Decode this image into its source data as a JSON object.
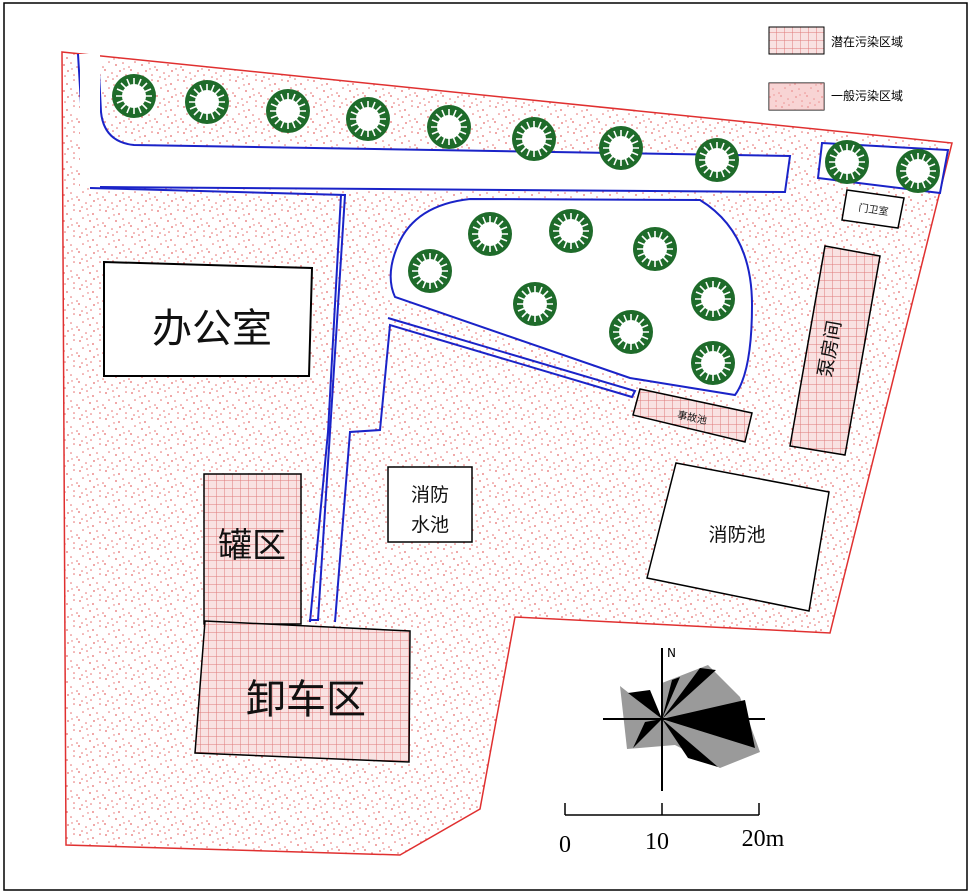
{
  "legend": {
    "potential_label": "潜在污染区域",
    "general_label": "一般污染区域"
  },
  "buildings": {
    "office": "办公室",
    "tank_area": "罐区",
    "unloading_area": "卸车区",
    "fire_water_pool": [
      "消防",
      "水池"
    ],
    "fire_pool": "消防池",
    "small_building": "事故池",
    "top_right_house": "门卫室",
    "pipe_room": "泵房间"
  },
  "compass": {
    "north": "N"
  },
  "scale_bar": {
    "ticks": [
      "0",
      "10",
      "20m"
    ]
  },
  "colors": {
    "boundary": "#e03030",
    "stipple": "#e56a6a",
    "grid_fill": "#f7d8d8",
    "grid_line": "#e08080",
    "green_path": "#1a23c8",
    "tree": "#1e6b2a"
  }
}
